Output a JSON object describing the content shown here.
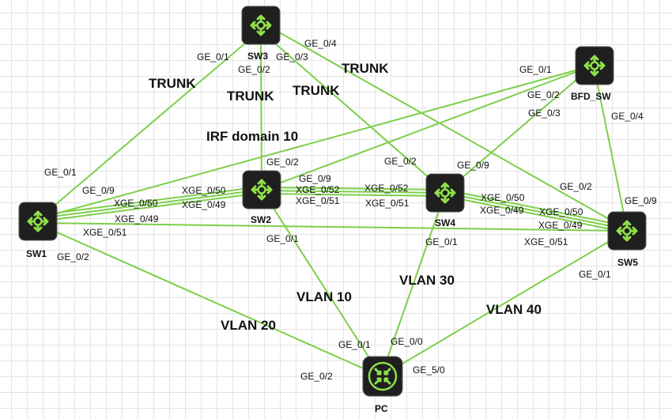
{
  "devices": {
    "sw1": "SW1",
    "sw2": "SW2",
    "sw3": "SW3",
    "sw4": "SW4",
    "sw5": "SW5",
    "bfd": "BFD_SW",
    "pc": "PC"
  },
  "big_labels": {
    "trunk_left": "TRUNK",
    "trunk_mid": "TRUNK",
    "trunk_right": "TRUNK",
    "trunk_top": "TRUNK",
    "irf": "IRF domain 10",
    "vlan10": "VLAN 10",
    "vlan20": "VLAN 20",
    "vlan30": "VLAN 30",
    "vlan40": "VLAN 40"
  },
  "ports": {
    "sw3_ge01": "GE_0/1",
    "sw3_ge02": "GE_0/2",
    "sw3_ge03": "GE_0/3",
    "sw3_ge04": "GE_0/4",
    "bfd_ge01": "GE_0/1",
    "bfd_ge02": "GE_0/2",
    "bfd_ge03": "GE_0/3",
    "bfd_ge04": "GE_0/4",
    "sw1_ge01": "GE_0/1",
    "sw1_ge09": "GE_0/9",
    "sw1_xge50": "XGE_0/50",
    "sw1_xge49": "XGE_0/49",
    "sw1_xge51": "XGE_0/51",
    "sw1_ge02": "GE_0/2",
    "sw2_ge02": "GE_0/2",
    "sw2_xge50": "XGE_0/50",
    "sw2_xge49": "XGE_0/49",
    "sw2_ge09": "GE_0/9",
    "sw2_xge52": "XGE_0/52",
    "sw2_xge51": "XGE_0/51",
    "sw2_ge01": "GE_0/1",
    "sw4_ge02": "GE_0/2",
    "sw4_ge09": "GE_0/9",
    "sw4_xge52": "XGE_0/52",
    "sw4_xge51": "XGE_0/51",
    "sw4_xge50": "XGE_0/50",
    "sw4_xge49": "XGE_0/49",
    "sw4_ge01": "GE_0/1",
    "sw5_ge02": "GE_0/2",
    "sw5_ge09": "GE_0/9",
    "sw5_xge50": "XGE_0/50",
    "sw5_xge49": "XGE_0/49",
    "sw5_xge51": "XGE_0/51",
    "sw5_ge01": "GE_0/1",
    "pc_ge01": "GE_0/1",
    "pc_ge00": "GE_0/0",
    "pc_ge02": "GE_0/2",
    "pc_ge50": "GE_5/0"
  },
  "colors": {
    "link": "#7ccf4a",
    "icon_bg": "#1f1f1f",
    "icon_glyph": "#8fe04a"
  },
  "icons": {
    "switch": "four-way-arrow-icon",
    "pc": "converging-arrows-icon"
  }
}
